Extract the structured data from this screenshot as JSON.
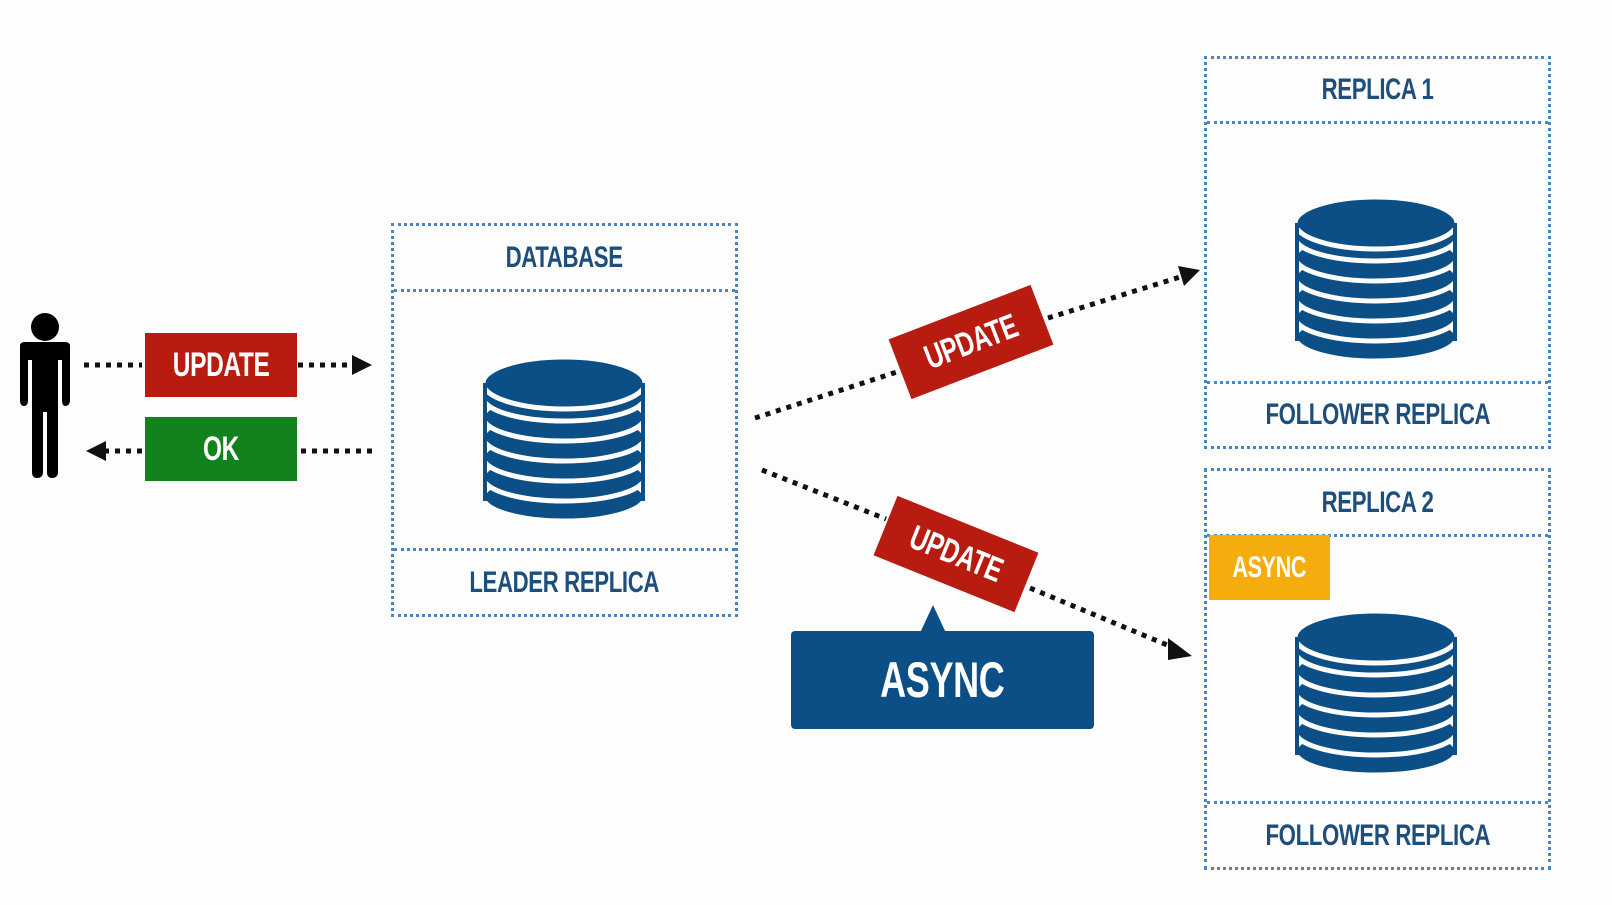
{
  "client": {
    "icon": "person-icon",
    "request_label": "UPDATE",
    "response_label": "OK"
  },
  "leader": {
    "header": "DATABASE",
    "footer": "LEADER REPLICA",
    "icon": "database-icon"
  },
  "replication": {
    "to_replica1_label": "UPDATE",
    "to_replica2_label": "UPDATE",
    "callout_label": "ASYNC"
  },
  "replicas": [
    {
      "header": "REPLICA 1",
      "footer": "FOLLOWER REPLICA",
      "icon": "database-icon",
      "badge": ""
    },
    {
      "header": "REPLICA 2",
      "footer": "FOLLOWER REPLICA",
      "icon": "database-icon",
      "badge": "ASYNC"
    }
  ],
  "colors": {
    "primary_blue": "#0b4f86",
    "box_border": "#4a86c0",
    "text_blue": "#1d4e7c",
    "update_red": "#b81c10",
    "ok_green": "#14821c",
    "async_orange": "#f5ac0d",
    "arrow_black": "#111111"
  }
}
